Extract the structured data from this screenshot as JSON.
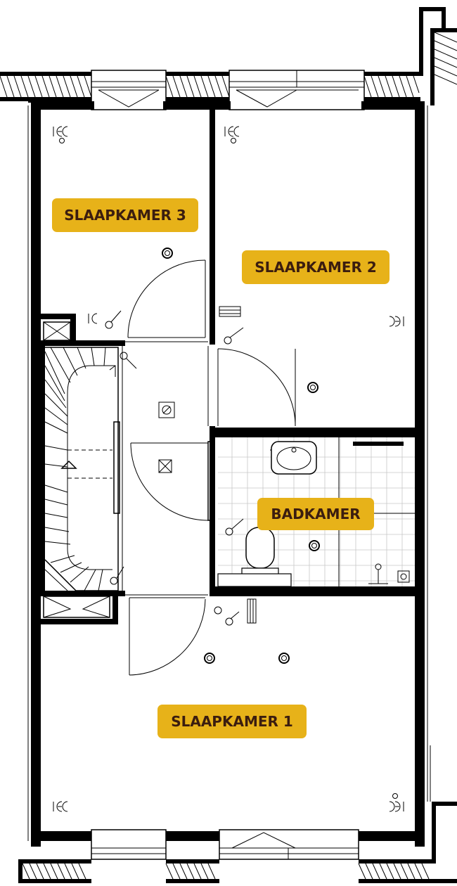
{
  "rooms": {
    "slaapkamer_3": "SLAAPKAMER 3",
    "slaapkamer_2": "SLAAPKAMER 2",
    "badkamer": "BADKAMER",
    "slaapkamer_1": "SLAAPKAMER 1"
  },
  "colors": {
    "label_badge": "#e7b219",
    "label_text": "#3b1d0f",
    "walls": "#000000",
    "tiles": "#c8c8c8"
  },
  "icons": {
    "ceiling_light": "circle-icon",
    "wall_socket": "double-socket-icon",
    "switch": "switch-icon",
    "smoke_detector": "square-cross-icon",
    "heater": "radiator-icon"
  }
}
